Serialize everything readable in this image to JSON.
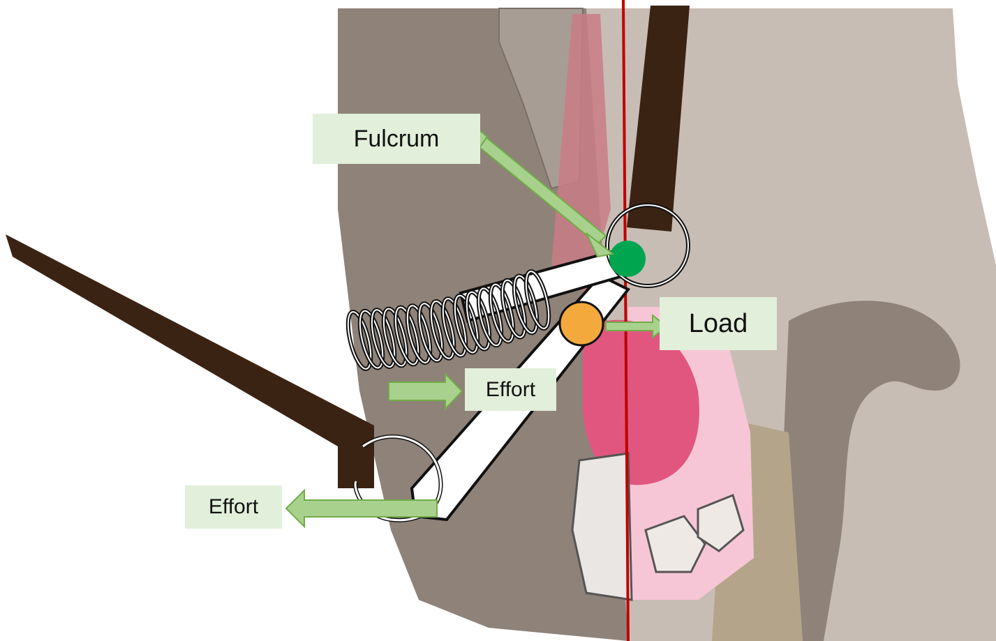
{
  "labels": {
    "fulcrum": "Fulcrum",
    "load": "Load",
    "effort_upper": "Effort",
    "effort_lower": "Effort"
  },
  "colors": {
    "label_bg": "#e2efda",
    "arrow_fill": "#a9d18e",
    "arrow_stroke": "#70ad47",
    "fulcrum_dot": "#00a550",
    "load_dot": "#f4a93c",
    "midline": "#c00000",
    "rein": "#3b2314",
    "head_light": "#c8bdb5",
    "head_dark": "#8f8279",
    "tongue": "#e0567f",
    "gum": "#f7c6d6"
  }
}
